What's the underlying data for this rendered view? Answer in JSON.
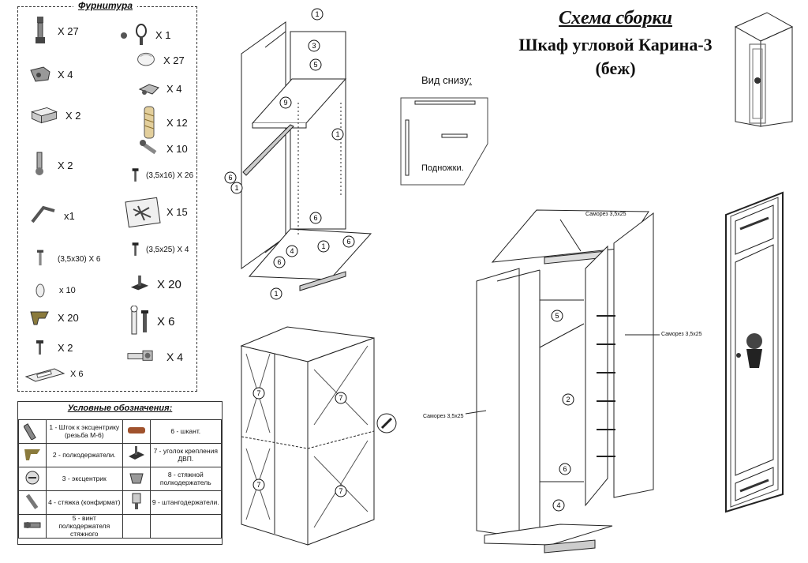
{
  "hardware": {
    "title": "Фурнитура",
    "items": [
      {
        "qty": "X 27",
        "icon": "eccentric-rod-icon"
      },
      {
        "qty": "X 4",
        "icon": "shelf-bracket-icon"
      },
      {
        "qty": "X 2",
        "icon": "corner-plate-icon"
      },
      {
        "qty": "X 2",
        "icon": "hook-icon"
      },
      {
        "qty": "x1",
        "icon": "hex-key-icon"
      },
      {
        "qty": "(3,5х30)  X  6",
        "icon": "long-screw-icon"
      },
      {
        "qty": "x 10",
        "icon": "cap-icon"
      },
      {
        "qty": "X 20",
        "icon": "shelf-support-icon"
      },
      {
        "qty": "X 2",
        "icon": "small-screw-icon"
      },
      {
        "qty": "X 6",
        "icon": "leg-rail-icon"
      },
      {
        "qty": "X 1",
        "icon": "handle-icon"
      },
      {
        "qty": "X 27",
        "icon": "eccentric-cap-icon"
      },
      {
        "qty": "X 4",
        "icon": "shelf-clip-icon"
      },
      {
        "qty": "X 12",
        "icon": "dowel-icon"
      },
      {
        "qty": "X 10",
        "icon": "confirmat-icon"
      },
      {
        "qty": "(3,5х16) X 26",
        "icon": "screw-16-icon"
      },
      {
        "qty": "X 15",
        "icon": "screw-bag-icon"
      },
      {
        "qty": "(3,5х25) X 4",
        "icon": "screw-25-icon"
      },
      {
        "qty": "X 20",
        "icon": "back-panel-corner-icon"
      },
      {
        "qty": "X 6",
        "icon": "bolt-icon"
      },
      {
        "qty": "X 4",
        "icon": "hinge-icon"
      }
    ]
  },
  "legend": {
    "title": "Условные обозначения:",
    "rows": [
      {
        "left": "1 - Шток к эксцентрику (резьба М-6)",
        "right": "6 - шкант."
      },
      {
        "left": "2 - полкодержатели.",
        "right": "7 - уголок крепления ДВП."
      },
      {
        "left": "3 - эксцентрик",
        "right": "8 - стяжной полкодержатель"
      },
      {
        "left": "4 - стяжка (конфирмат)",
        "right": "9 - штангодержатели."
      },
      {
        "left": "5 - винт полкодержателя стяжного",
        "right": ""
      }
    ]
  },
  "title": {
    "main": "Схема сборки",
    "product": "Шкаф  угловой Карина-3",
    "color": "(беж)"
  },
  "bottom_view": {
    "label": "Вид снизу",
    "colon": ":",
    "legs_label": "Подножки."
  },
  "screw_labels": {
    "top": "Саморез 3,5х25",
    "right": "Саморез 3,5х25",
    "left": "Саморез 3,5х25"
  },
  "callouts": {
    "one": "1",
    "two": "2",
    "three": "3",
    "four": "4",
    "five": "5",
    "six": "6",
    "seven": "7",
    "nine": "9"
  }
}
